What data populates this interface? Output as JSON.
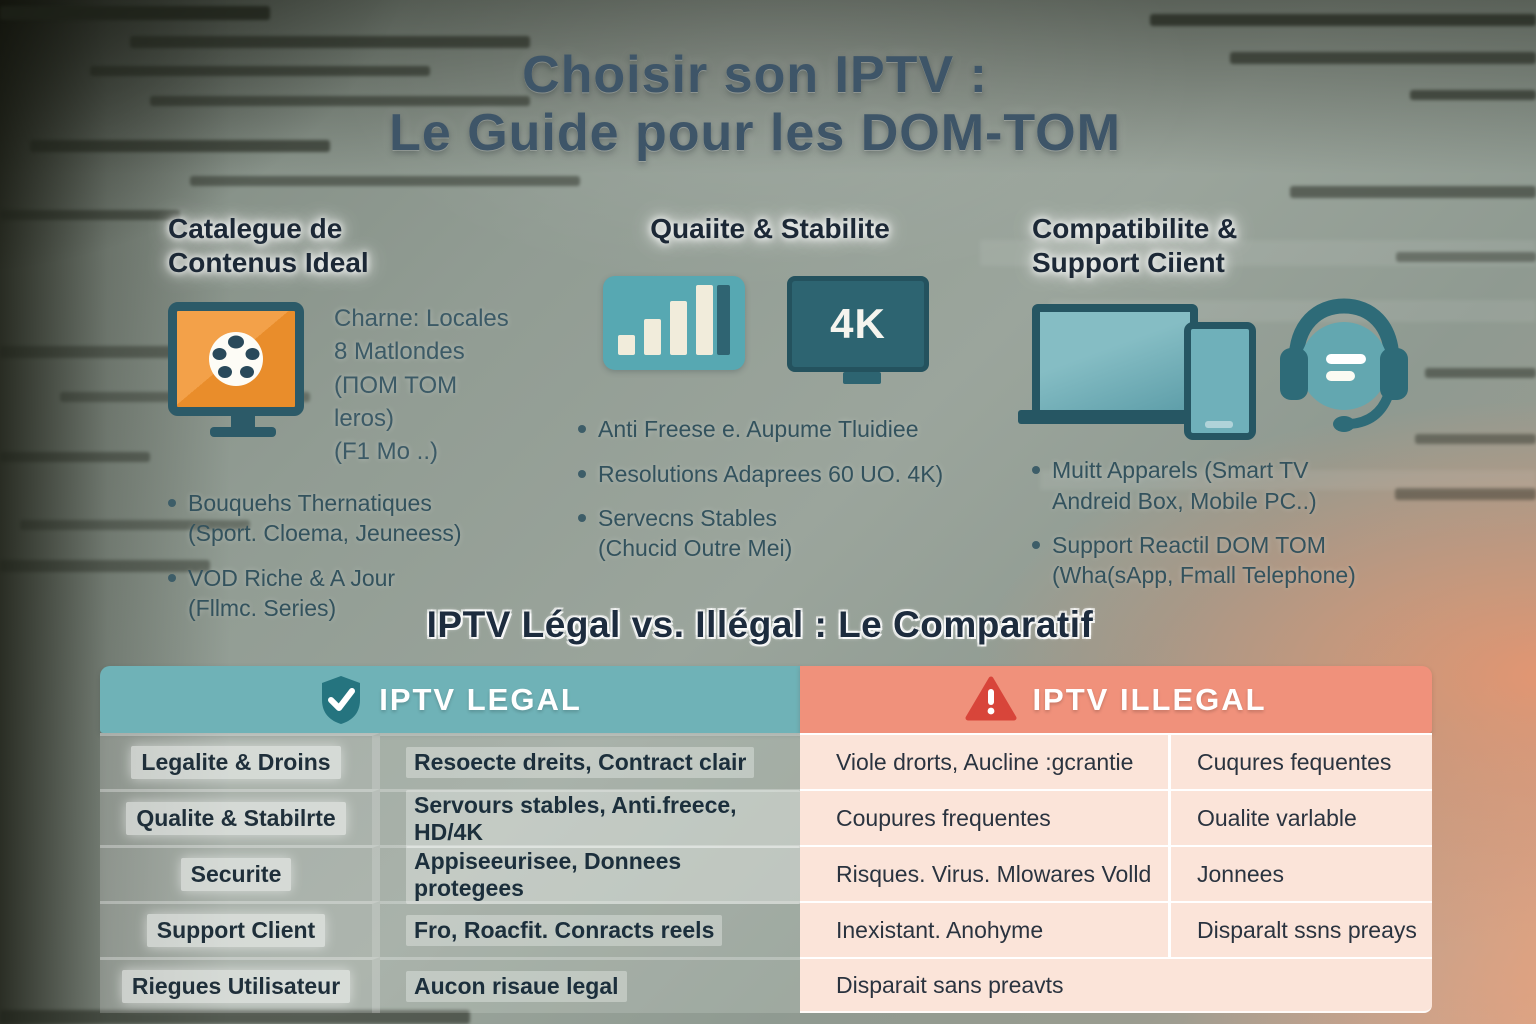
{
  "header": {
    "title_line1": "Choisir son IPTV :",
    "title_line2": "Le Guide pour les DOM-TOM"
  },
  "features": [
    {
      "heading": "Catalegue de\nContenus Ideal",
      "icon": "tv-film-reel",
      "intro": "Charne: Locales\n8 Matlondes\n(ΠOM TOM leros)\n(F1 Mo ..)",
      "bullets": [
        "Bouquehs Thernatiques\n(Sport. Cloema, Jeuneess)",
        "VOD Riche & A Jour\n(Fllmc. Series)"
      ]
    },
    {
      "heading": "Quaiite & Stabilite",
      "icons": [
        "signal-bars",
        "4k-monitor"
      ],
      "monitor_label": "4K",
      "bullets": [
        "Anti Freese e. Aupume Tluidiee",
        "Resolutions Adaprees 60 UO. 4K)",
        "Servecns Stables\n(Chucid Outre Mei)"
      ]
    },
    {
      "heading": "Compatibilite &\nSupport Ciient",
      "icons": [
        "laptop-tablet",
        "headset"
      ],
      "bullets": [
        "Muitt Apparels  (Smart TV\nAndreid Box, Mobile PC..)",
        "Support Reactil DOM TOM\n(Wha(sApp, Fmall Telephone)"
      ]
    }
  ],
  "comparison": {
    "section_title": "IPTV Légal vs. Illégal : Le Comparatif",
    "legal_header": "IPTV LEGAL",
    "illegal_header": "IPTV ILLEGAL",
    "rows": [
      {
        "criteria": "Legalite & Droins",
        "legal": "Resoecte dreits, Contract clair",
        "illegal_a": "Viole drorts, Aucline :gcrantie",
        "illegal_b": "Cuqures fequentes"
      },
      {
        "criteria": "Qualite & Stabilrte",
        "legal": "Servours stables, Anti.freece, HD/4K",
        "illegal_a": "Coupures frequentes",
        "illegal_b": "Oualite varlable"
      },
      {
        "criteria": "Securite",
        "legal": "Appiseeurisee, Donnees protegees",
        "illegal_a": "Risques. Virus. Mlowares Volld",
        "illegal_b": "Jonnees"
      },
      {
        "criteria": "Support Client",
        "legal": "Fro, Roacfit. Conracts reels",
        "illegal_a": "Inexistant. Anohyme",
        "illegal_b": "Disparalt ssns preays"
      },
      {
        "criteria": "Riegues Utilisateur",
        "legal": "Aucon risaue legal",
        "illegal_span": "Disparait sans preavts"
      }
    ]
  },
  "colors": {
    "legal_header_bg": "#6fb2b7",
    "illegal_header_bg": "#f0917b",
    "illegal_cell_bg": "#fbe4d9",
    "tv_screen_orange": "#f09a3e",
    "teal_dark": "#2c5f6e",
    "warning_red": "#d8453a",
    "title_text": "#3e5568"
  }
}
